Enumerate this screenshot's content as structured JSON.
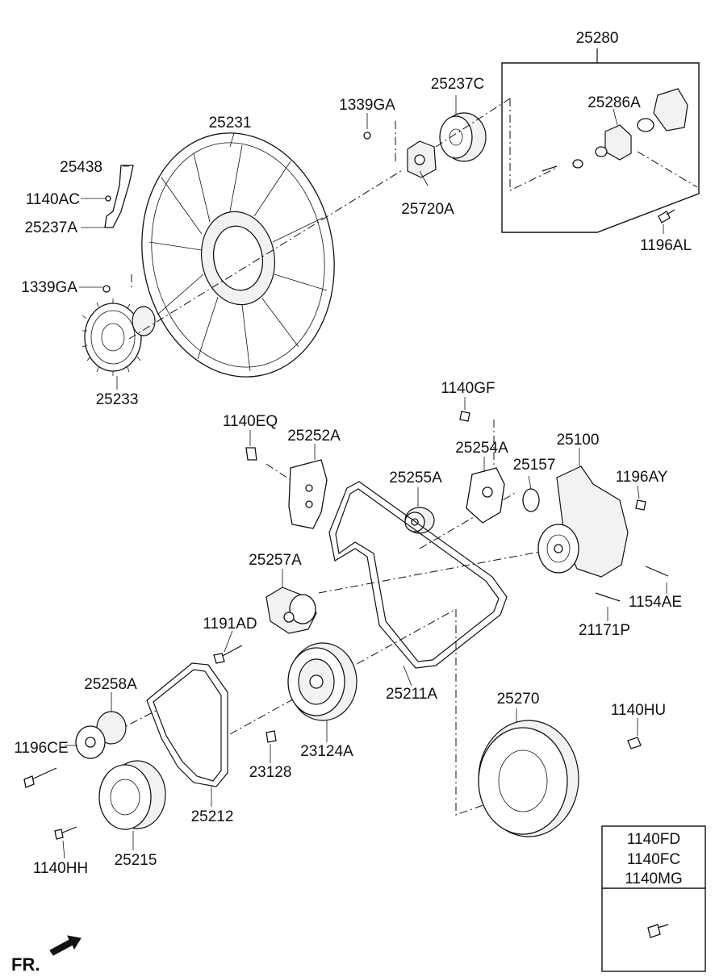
{
  "parts": {
    "p25280": "25280",
    "p25237C": "25237C",
    "p1339GA_top": "1339GA",
    "p25286A": "25286A",
    "p25231": "25231",
    "p25438": "25438",
    "p1140AC": "1140AC",
    "p25237A": "25237A",
    "p25720A": "25720A",
    "p1196AL": "1196AL",
    "p1339GA_left": "1339GA",
    "p25233": "25233",
    "p1140GF": "1140GF",
    "p1140EQ": "1140EQ",
    "p25252A": "25252A",
    "p25254A": "25254A",
    "p25100": "25100",
    "p25255A": "25255A",
    "p25157": "25157",
    "p1196AY": "1196AY",
    "p25257A": "25257A",
    "p1154AE": "1154AE",
    "p1191AD": "1191AD",
    "p21171P": "21171P",
    "p25258A": "25258A",
    "p25211A": "25211A",
    "p25270": "25270",
    "p1140HU": "1140HU",
    "p1196CE": "1196CE",
    "p23124A": "23124A",
    "p23128": "23128",
    "p25212": "25212",
    "p1140HH": "1140HH",
    "p25215": "25215"
  },
  "legend": {
    "line1": "1140FD",
    "line2": "1140FC",
    "line3": "1140MG"
  },
  "front_label": "FR."
}
